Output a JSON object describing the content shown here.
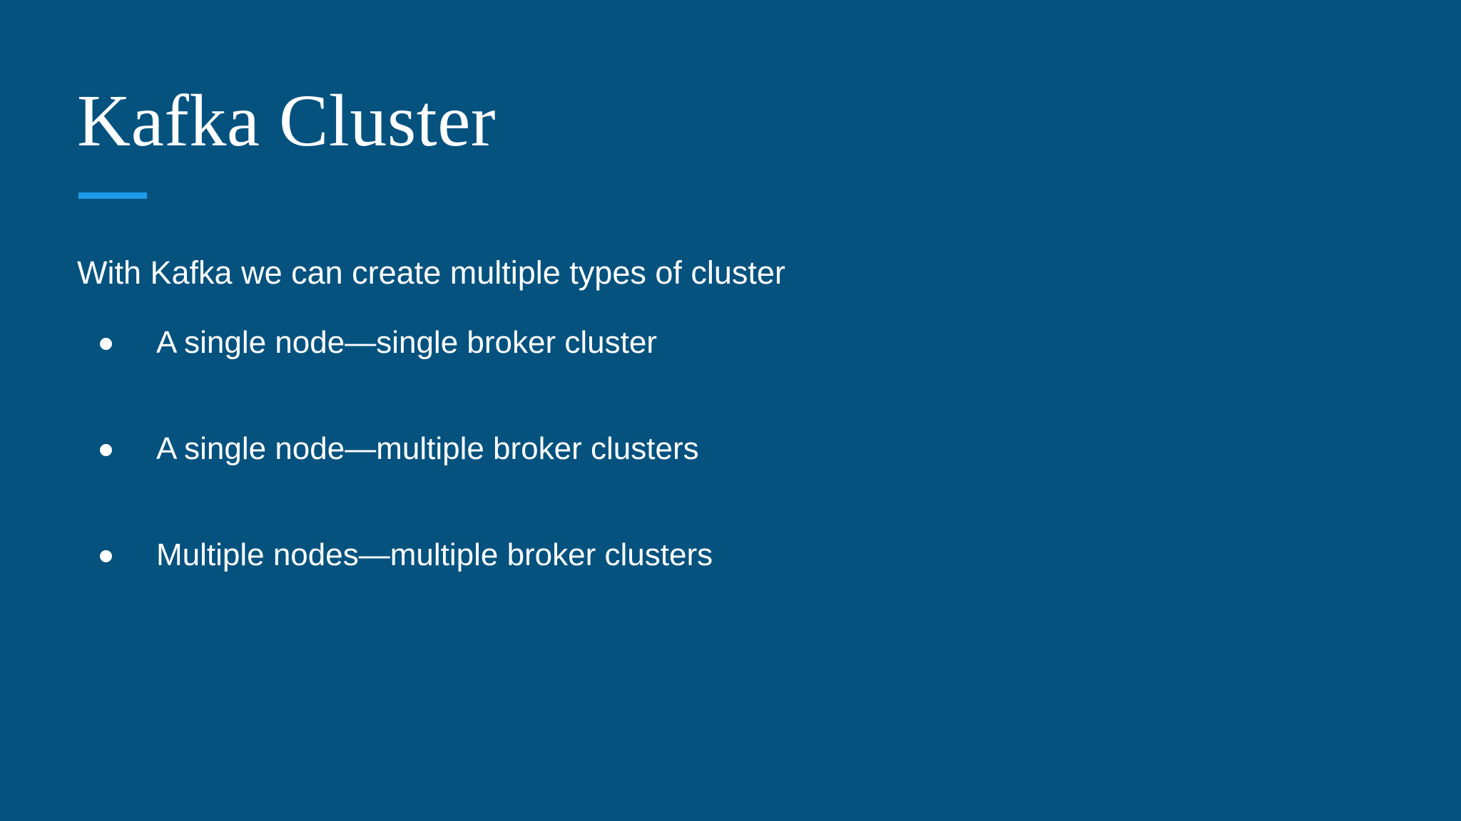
{
  "slide": {
    "background_color": "#05527f",
    "text_color": "#ffffff",
    "accent_color": "#1e9ae8",
    "title": "Kafka Cluster",
    "lead_text": "With Kafka we can create multiple types of cluster",
    "bullets": [
      {
        "text": "A single node—single broker cluster"
      },
      {
        "text": "A single node—multiple broker clusters"
      },
      {
        "text": "Multiple nodes—multiple broker clusters"
      }
    ]
  }
}
